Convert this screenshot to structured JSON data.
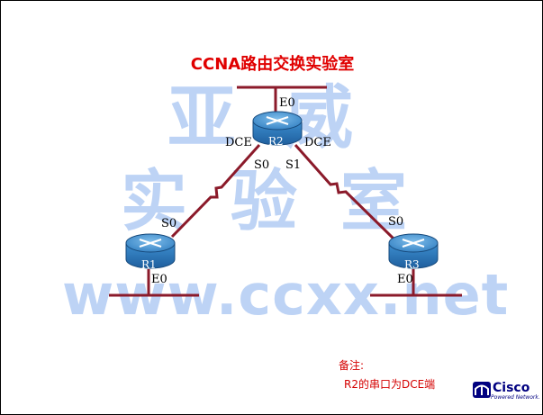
{
  "title": "CCNA路由交换实验室",
  "watermark": {
    "line1": "亚威",
    "line2": "实验室",
    "line3": "www.ccxx.net"
  },
  "routers": [
    {
      "id": "R1",
      "label": "R1",
      "serial": "S0",
      "ethernet": "E0"
    },
    {
      "id": "R2",
      "label": "R2",
      "serial0": "S0",
      "serial1": "S1",
      "ethernet": "E0",
      "dce_left": "DCE",
      "dce_right": "DCE"
    },
    {
      "id": "R3",
      "label": "R3",
      "serial": "S0",
      "ethernet": "E0"
    }
  ],
  "note": {
    "heading": "备注:",
    "text": "R2的串口为DCE端"
  },
  "logo": {
    "name": "Cisco",
    "tagline": "Powered Network."
  },
  "colors": {
    "link": "#8b1a2a",
    "router_body": "#2f7fc0",
    "router_top": "#5aa4dc",
    "title": "#e00000",
    "watermark": "#bdd3f5"
  }
}
